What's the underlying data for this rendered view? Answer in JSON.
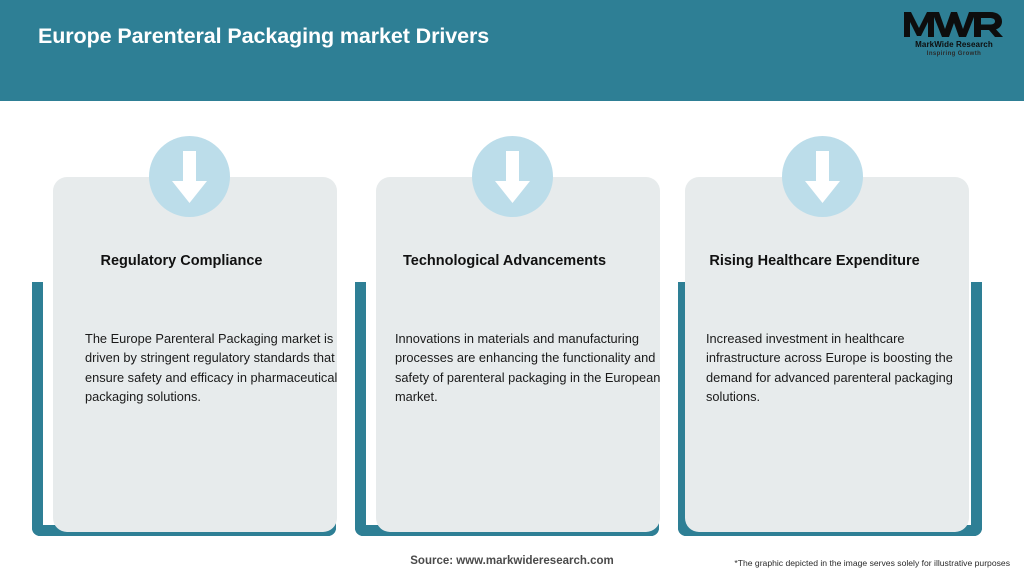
{
  "header": {
    "title": "Europe Parenteral Packaging market Drivers",
    "band_color": "#2E7F95",
    "title_color": "#FFFFFF",
    "logo": {
      "mark": "MWR",
      "name": "MarkWide Research",
      "tagline": "Inspiring Growth"
    }
  },
  "cards": [
    {
      "icon": "down-arrow-icon",
      "heading": "Regulatory Compliance",
      "body": "The Europe Parenteral Packaging market is driven by stringent regulatory standards that ensure safety and efficacy in pharmaceutical packaging solutions."
    },
    {
      "icon": "down-arrow-icon",
      "heading": "Technological Advancements",
      "body": "Innovations in materials and manufacturing processes are enhancing the functionality and safety of parenteral packaging in the European market."
    },
    {
      "icon": "down-arrow-icon",
      "heading": "Rising Healthcare Expenditure",
      "body": "Increased investment in healthcare infrastructure across Europe is boosting the demand for advanced parenteral packaging solutions."
    }
  ],
  "footer": {
    "source": "Source: www.markwideresearch.com",
    "disclaimer": "*The graphic depicted in the image serves solely for illustrative purposes"
  },
  "colors": {
    "teal": "#2E7F95",
    "card_gray": "#E7EBEC",
    "icon_circle": "#BCDDEA",
    "arrow": "#FFFFFF"
  }
}
